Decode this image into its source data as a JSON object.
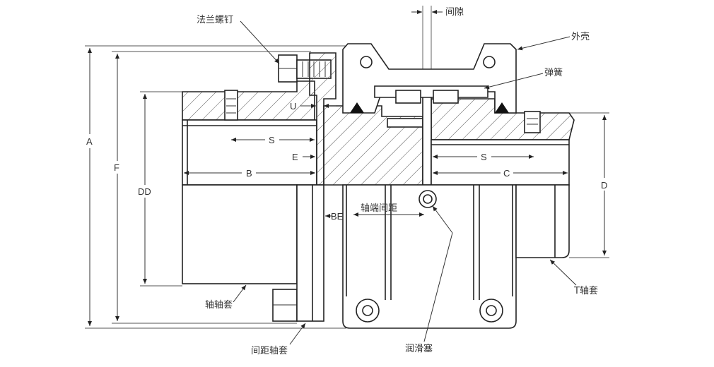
{
  "labels": {
    "flange_bolt": "法兰螺钉",
    "gap": "间隙",
    "housing": "外壳",
    "spring": "弹簧",
    "shaft_hub": "轴轴套",
    "spacer_hub": "间距轴套",
    "lube_plug": "润滑塞",
    "t_hub": "T轴套",
    "shaft_end_distance": "轴端间距"
  },
  "dimensions": {
    "A": "A",
    "F": "F",
    "DD": "DD",
    "D": "D",
    "U": "U",
    "S_left": "S",
    "E": "E",
    "B": "B",
    "S_right": "S",
    "C": "C",
    "BE": "BE"
  },
  "colors": {
    "line": "#222222",
    "text": "#333333",
    "background": "#ffffff"
  }
}
